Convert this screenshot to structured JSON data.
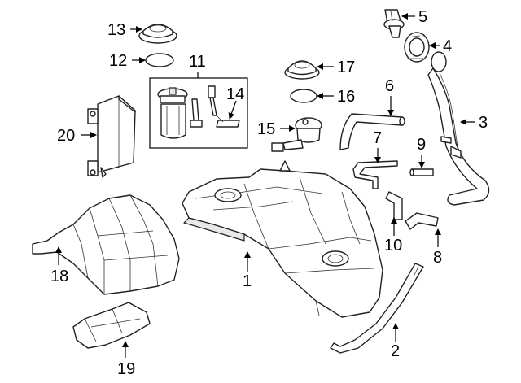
{
  "callouts": {
    "c1": "1",
    "c2": "2",
    "c3": "3",
    "c4": "4",
    "c5": "5",
    "c6": "6",
    "c7": "7",
    "c8": "8",
    "c9": "9",
    "c10": "10",
    "c11": "11",
    "c12": "12",
    "c13": "13",
    "c14": "14",
    "c15": "15",
    "c16": "16",
    "c17": "17",
    "c18": "18",
    "c19": "19",
    "c20": "20"
  },
  "colors": {
    "line": "#222222",
    "background": "#ffffff",
    "shade": "#e8e8e8"
  }
}
